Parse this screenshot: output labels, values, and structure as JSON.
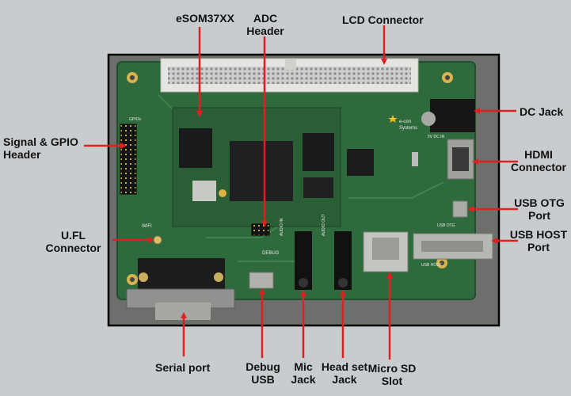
{
  "labels": {
    "esom": "eSOM37XX",
    "adc": "ADC\nHeader",
    "lcd": "LCD Connector",
    "signal": "Signal & GPIO\nHeader",
    "dcjack": "DC Jack",
    "hdmi": "HDMI\nConnector",
    "usbotg": "USB OTG\nPort",
    "usbhost": "USB HOST\nPort",
    "ufl": "U.FL\nConnector",
    "serial": "Serial port",
    "debugusb": "Debug\nUSB",
    "mic": "Mic\nJack",
    "headset": "Head set\nJack",
    "microsd": "Micro SD\nSlot"
  },
  "silkscreen": {
    "gpio": "GPIOs",
    "wifi": "WIFI",
    "debug": "DEBUG",
    "audio_in": "AUDIO IN",
    "audio_out": "AUDIO OUT",
    "usb_host": "USB HOST",
    "usb_otg": "USB OTG",
    "brand": "e-con\nSystems",
    "dc_in": "5V DC IN"
  },
  "colors": {
    "background": "#c9ccce",
    "frame": "#000000",
    "pcb": "#2f6a3c",
    "arrow": "#e02020",
    "text": "#111111"
  }
}
